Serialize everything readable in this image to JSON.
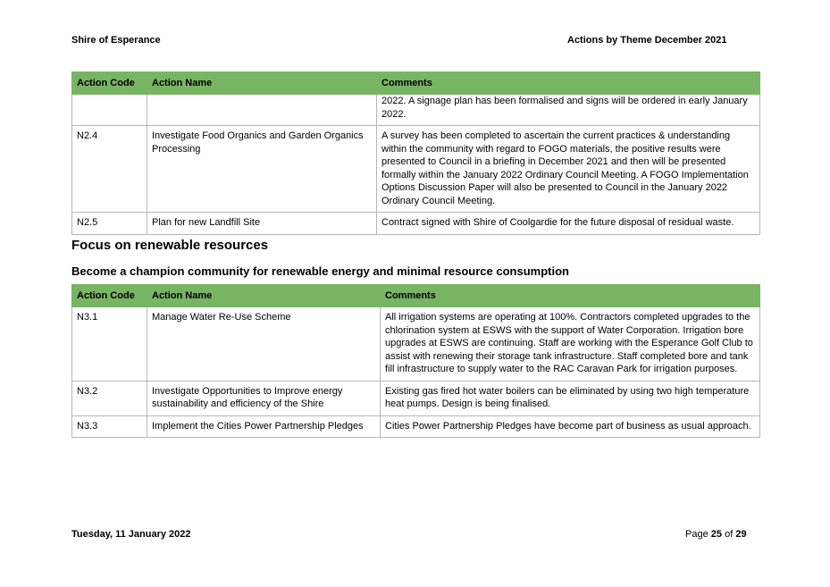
{
  "header": {
    "left": "Shire of Esperance",
    "right": "Actions by Theme December 2021"
  },
  "table1": {
    "columns": [
      "Action Code",
      "Action Name",
      "Comments"
    ],
    "rows": [
      {
        "code": "",
        "name": "",
        "comments": "2022. A signage plan has been formalised and signs will be ordered in early January 2022."
      },
      {
        "code": "N2.4",
        "name": "Investigate Food Organics and Garden Organics Processing",
        "comments": "A survey has been completed to ascertain the current practices & understanding within the community with regard to FOGO materials, the positive results were presented to Council in a briefing in December 2021 and then will be presented formally within the January 2022 Ordinary Council Meeting. A FOGO Implementation Options Discussion Paper will also be presented to Council in the January 2022 Ordinary Council Meeting."
      },
      {
        "code": "N2.5",
        "name": "Plan for new Landfill Site",
        "comments": "Contract signed with Shire of Coolgardie for the future disposal of residual waste."
      }
    ]
  },
  "section": {
    "title": "Focus on renewable resources",
    "subtitle": "Become a champion community for renewable energy and minimal resource consumption"
  },
  "table2": {
    "columns": [
      "Action Code",
      "Action Name",
      "Comments"
    ],
    "rows": [
      {
        "code": "N3.1",
        "name": "Manage Water Re-Use Scheme",
        "comments": "All irrigation systems are operating at 100%. Contractors completed upgrades to the chlorination system at ESWS with the support of Water Corporation. Irrigation bore upgrades at ESWS are continuing. Staff are working with the Esperance Golf Club to assist with renewing their storage tank infrastructure. Staff completed bore and tank fill infrastructure to supply water to the RAC Caravan Park for irrigation purposes."
      },
      {
        "code": "N3.2",
        "name": "Investigate Opportunities to Improve energy sustainability and efficiency of the Shire",
        "comments": "Existing gas fired hot water boilers can be eliminated by using two high temperature heat pumps.  Design is being finalised."
      },
      {
        "code": "N3.3",
        "name": "Implement the Cities Power Partnership Pledges",
        "comments": "Cities Power Partnership Pledges have become part of business as usual approach."
      }
    ]
  },
  "footer": {
    "date": "Tuesday, 11 January 2022",
    "page_word": "Page",
    "page_current": "25",
    "page_of": "of",
    "page_total": "29"
  },
  "colors": {
    "header_fill": "#78b563",
    "border": "#b7b7b7"
  }
}
